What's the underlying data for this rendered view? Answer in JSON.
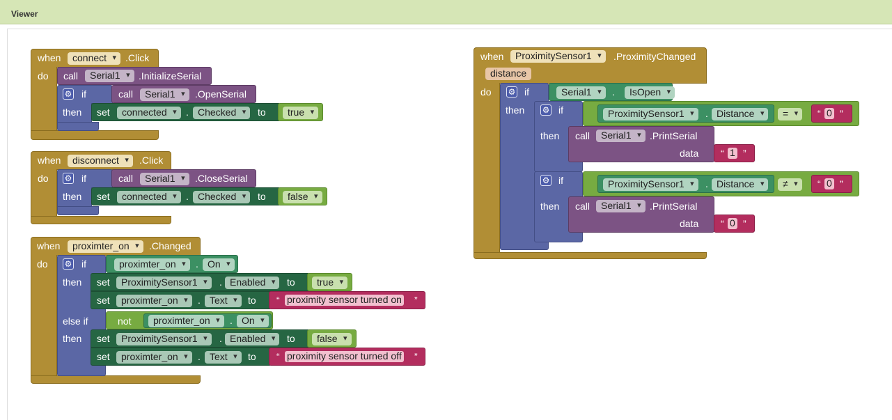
{
  "viewer": {
    "title": "Viewer"
  },
  "kw": {
    "when": "when",
    "do": "do",
    "call": "call",
    "if": "if",
    "then": "then",
    "set": "set",
    "to": "to",
    "else_if": "else if",
    "not": "not",
    "data": "data",
    "dot": ".",
    "quote_open": "“",
    "quote_close": "”"
  },
  "block1": {
    "component": "connect",
    "event": ".Click",
    "call_comp": "Serial1",
    "call_method": ".InitializeSerial",
    "if_comp": "Serial1",
    "if_method": ".OpenSerial",
    "set_comp": "connected",
    "set_prop": "Checked",
    "value": "true"
  },
  "block2": {
    "component": "disconnect",
    "event": ".Click",
    "if_comp": "Serial1",
    "if_method": ".CloseSerial",
    "set_comp": "connected",
    "set_prop": "Checked",
    "value": "false"
  },
  "block3": {
    "component": "proximter_on",
    "event": ".Changed",
    "if_comp": "proximter_on",
    "if_prop": "On",
    "set1_comp": "ProximitySensor1",
    "set1_prop": "Enabled",
    "set1_val": "true",
    "set2_comp": "proximter_on",
    "set2_prop": "Text",
    "set2_val": "proximity sensor turned on",
    "elif_comp": "proximter_on",
    "elif_prop": "On",
    "set3_comp": "ProximitySensor1",
    "set3_prop": "Enabled",
    "set3_val": "false",
    "set4_comp": "proximter_on",
    "set4_prop": "Text",
    "set4_val": "proximity sensor turned off"
  },
  "block4": {
    "component": "ProximitySensor1",
    "event": ".ProximityChanged",
    "param": "distance",
    "if_comp": "Serial1",
    "if_prop": "IsOpen",
    "cmp1_comp": "ProximitySensor1",
    "cmp1_prop": "Distance",
    "cmp1_op": "=",
    "cmp1_val": "0",
    "call1_comp": "Serial1",
    "call1_method": ".PrintSerial",
    "data1": "1",
    "cmp2_comp": "ProximitySensor1",
    "cmp2_prop": "Distance",
    "cmp2_op": "≠",
    "cmp2_val": "0",
    "call2_comp": "Serial1",
    "call2_method": ".PrintSerial",
    "data2": "0"
  }
}
